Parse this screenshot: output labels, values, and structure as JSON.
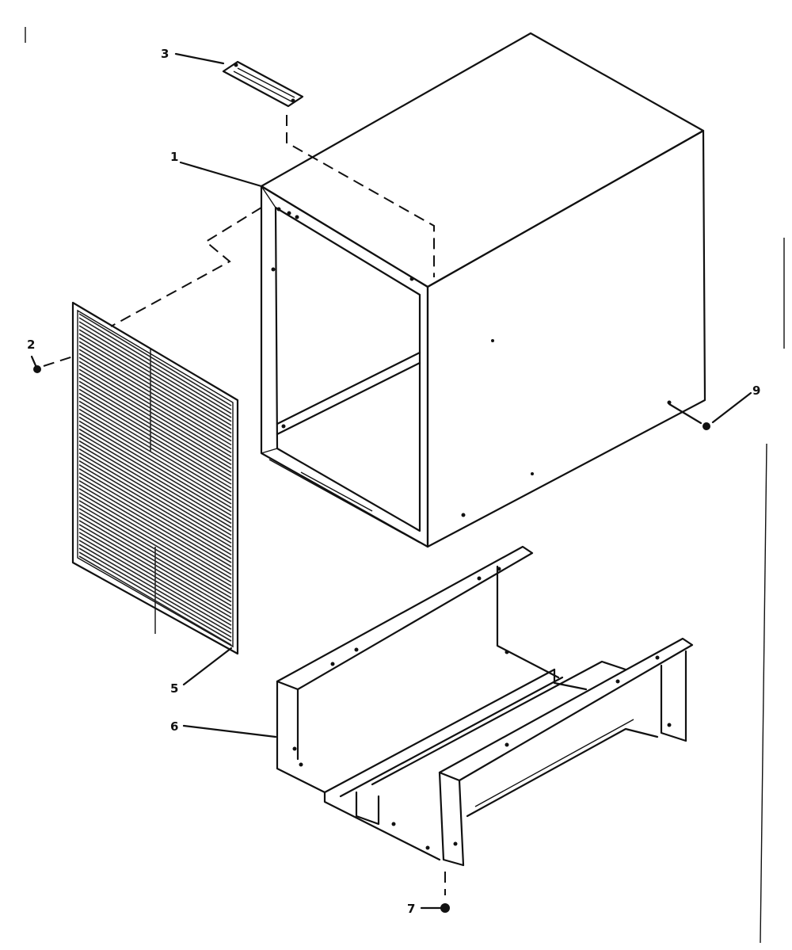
{
  "diagram": {
    "callouts": {
      "c1": "1",
      "c2": "2",
      "c3": "3",
      "c5": "5",
      "c6": "6",
      "c7": "7",
      "c9": "9"
    },
    "colors": {
      "ink": "#111111",
      "paper": "#ffffff"
    }
  }
}
